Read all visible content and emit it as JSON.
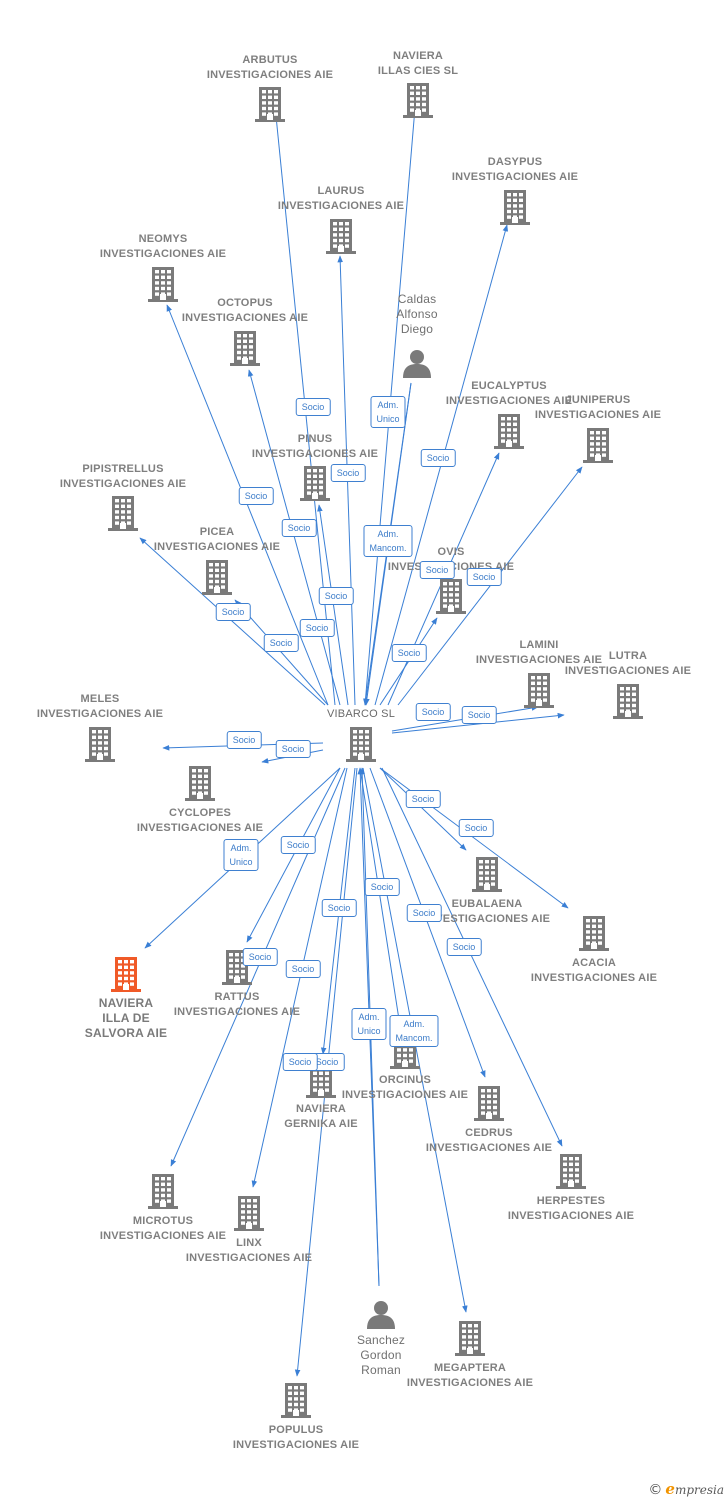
{
  "center": {
    "id": "vibarco",
    "label": "VIBARCO SL"
  },
  "nodes": [
    {
      "id": "arbutus",
      "label": "ARBUTUS\nINVESTIGACIONES AIE",
      "type": "company"
    },
    {
      "id": "naviera_illas_cies",
      "label": "NAVIERA\nILLAS CIES  SL",
      "type": "company"
    },
    {
      "id": "dasypus",
      "label": "DASYPUS\nINVESTIGACIONES AIE",
      "type": "company"
    },
    {
      "id": "laurus",
      "label": "LAURUS\nINVESTIGACIONES AIE",
      "type": "company"
    },
    {
      "id": "neomys",
      "label": "NEOMYS\nINVESTIGACIONES AIE",
      "type": "company"
    },
    {
      "id": "octopus",
      "label": "OCTOPUS\nINVESTIGACIONES AIE",
      "type": "company"
    },
    {
      "id": "caldas",
      "label": "Caldas\nAlfonso\nDiego",
      "type": "person"
    },
    {
      "id": "eucalyptus",
      "label": "EUCALYPTUS\nINVESTIGACIONES AIE",
      "type": "company"
    },
    {
      "id": "juniperus",
      "label": "JUNIPERUS\nINVESTIGACIONES AIE",
      "type": "company"
    },
    {
      "id": "pinus",
      "label": "PINUS\nINVESTIGACIONES AIE",
      "type": "company"
    },
    {
      "id": "pipistrellus",
      "label": "PIPISTRELLUS\nINVESTIGACIONES AIE",
      "type": "company"
    },
    {
      "id": "picea",
      "label": "PICEA\nINVESTIGACIONES AIE",
      "type": "company"
    },
    {
      "id": "ovis",
      "label": "OVIS\nINVESTIGACIONES AIE",
      "type": "company"
    },
    {
      "id": "lamini",
      "label": "LAMINI\nINVESTIGACIONES AIE",
      "type": "company"
    },
    {
      "id": "lutra",
      "label": "LUTRA\nINVESTIGACIONES AIE",
      "type": "company"
    },
    {
      "id": "meles",
      "label": "MELES\nINVESTIGACIONES AIE",
      "type": "company"
    },
    {
      "id": "cyclopes",
      "label": "CYCLOPES\nINVESTIGACIONES AIE",
      "type": "company"
    },
    {
      "id": "eubalaena",
      "label": "EUBALAENA\nINVESTIGACIONES AIE",
      "type": "company"
    },
    {
      "id": "acacia",
      "label": "ACACIA\nINVESTIGACIONES AIE",
      "type": "company"
    },
    {
      "id": "naviera_salvora",
      "label": "NAVIERA\nILLA DE\nSALVORA  AIE",
      "type": "company",
      "highlight": true
    },
    {
      "id": "rattus",
      "label": "RATTUS\nINVESTIGACIONES AIE",
      "type": "company"
    },
    {
      "id": "orcinus",
      "label": "ORCINUS\nINVESTIGACIONES AIE",
      "type": "company"
    },
    {
      "id": "naviera_gernika",
      "label": "NAVIERA\nGERNIKA  AIE",
      "type": "company"
    },
    {
      "id": "cedrus",
      "label": "CEDRUS\nINVESTIGACIONES AIE",
      "type": "company"
    },
    {
      "id": "microtus",
      "label": "MICROTUS\nINVESTIGACIONES AIE",
      "type": "company"
    },
    {
      "id": "linx",
      "label": "LINX\nINVESTIGACIONES AIE",
      "type": "company"
    },
    {
      "id": "herpestes",
      "label": "HERPESTES\nINVESTIGACIONES AIE",
      "type": "company"
    },
    {
      "id": "sanchez",
      "label": "Sanchez\nGordon\nRoman",
      "type": "person"
    },
    {
      "id": "megaptera",
      "label": "MEGAPTERA\nINVESTIGACIONES AIE",
      "type": "company"
    },
    {
      "id": "populus",
      "label": "POPULUS\nINVESTIGACIONES AIE",
      "type": "company"
    }
  ],
  "edges": [
    {
      "from": "vibarco",
      "to": "arbutus",
      "label": "Socio"
    },
    {
      "from": "vibarco",
      "to": "naviera_illas_cies",
      "label": "Socio"
    },
    {
      "from": "vibarco",
      "to": "dasypus",
      "label": "Socio"
    },
    {
      "from": "vibarco",
      "to": "laurus",
      "label": "Socio"
    },
    {
      "from": "vibarco",
      "to": "neomys",
      "label": "Socio"
    },
    {
      "from": "vibarco",
      "to": "octopus",
      "label": "Socio"
    },
    {
      "from": "caldas",
      "to": "vibarco",
      "label": "Adm.\nUnico"
    },
    {
      "from": "caldas",
      "to": "vibarco",
      "label": "Adm.\nMancom."
    },
    {
      "from": "vibarco",
      "to": "eucalyptus",
      "label": "Socio"
    },
    {
      "from": "vibarco",
      "to": "juniperus",
      "label": "Socio"
    },
    {
      "from": "vibarco",
      "to": "pinus",
      "label": "Socio"
    },
    {
      "from": "vibarco",
      "to": "pipistrellus",
      "label": "Socio"
    },
    {
      "from": "vibarco",
      "to": "picea",
      "label": "Socio"
    },
    {
      "from": "vibarco",
      "to": "ovis",
      "label": "Socio"
    },
    {
      "from": "vibarco",
      "to": "lamini",
      "label": "Socio"
    },
    {
      "from": "vibarco",
      "to": "lutra",
      "label": "Socio"
    },
    {
      "from": "vibarco",
      "to": "meles",
      "label": "Socio"
    },
    {
      "from": "vibarco",
      "to": "cyclopes",
      "label": "Socio"
    },
    {
      "from": "vibarco",
      "to": "eubalaena",
      "label": "Socio"
    },
    {
      "from": "vibarco",
      "to": "acacia",
      "label": "Socio"
    },
    {
      "from": "vibarco",
      "to": "naviera_salvora",
      "label": "Adm.\nUnico"
    },
    {
      "from": "vibarco",
      "to": "rattus",
      "label": "Socio"
    },
    {
      "from": "vibarco",
      "to": "orcinus",
      "label": "Socio"
    },
    {
      "from": "vibarco",
      "to": "naviera_gernika",
      "label": "Socio"
    },
    {
      "from": "vibarco",
      "to": "cedrus",
      "label": "Socio"
    },
    {
      "from": "vibarco",
      "to": "microtus",
      "label": "Socio"
    },
    {
      "from": "vibarco",
      "to": "linx",
      "label": "Socio"
    },
    {
      "from": "vibarco",
      "to": "herpestes",
      "label": "Socio"
    },
    {
      "from": "sanchez",
      "to": "vibarco",
      "label": "Adm.\nUnico"
    },
    {
      "from": "sanchez",
      "to": "vibarco",
      "label": "Adm.\nMancom."
    },
    {
      "from": "vibarco",
      "to": "megaptera",
      "label": "Socio"
    },
    {
      "from": "vibarco",
      "to": "populus",
      "label": "Socio"
    }
  ],
  "colors": {
    "edge": "#3a7fd5",
    "company": "#7a7a7a",
    "highlight": "#f05a28",
    "person": "#7a7a7a"
  },
  "brand": {
    "symbol": "©",
    "initial": "e",
    "name": "mpresia"
  }
}
